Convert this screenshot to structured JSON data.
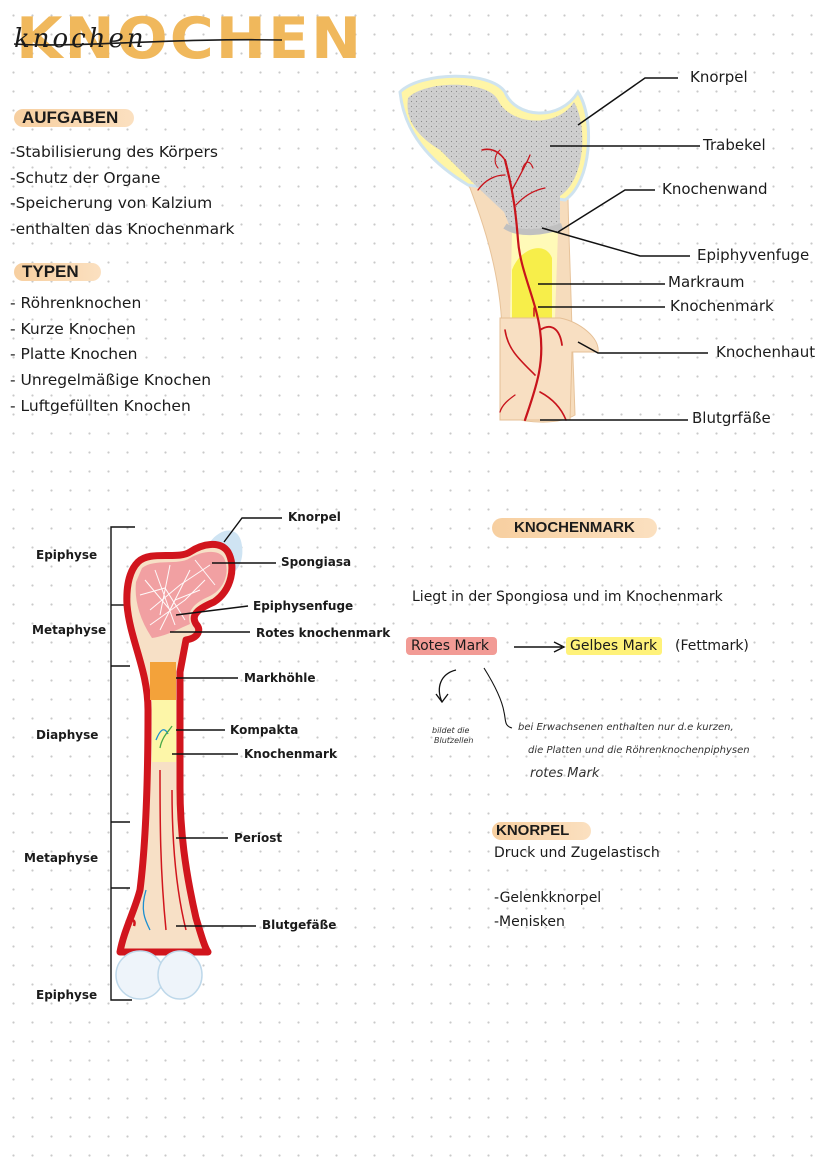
{
  "header": {
    "title": "KNOCHEN",
    "script_title": "knochen"
  },
  "aufgaben": {
    "heading": "AUFGABEN",
    "items": [
      "-Stabilisierung des Körpers",
      "-Schutz der Organe",
      "-Speicherung von Kalzium",
      "-enthalten das Knochenmark"
    ]
  },
  "typen": {
    "heading": "TYPEN",
    "items": [
      "- Röhrenknochen",
      "- Kurze Knochen",
      "- Platte Knochen",
      "- Unregelmäßige Knochen",
      "- Luftgefüllten Knochen"
    ]
  },
  "diagram1": {
    "labels": [
      "Knorpel",
      "Trabekel",
      "Knochenwand",
      "Epiphyvenfuge",
      "Markraum",
      "Knochenmark",
      "Knochenhaut",
      "Blutgrfäße"
    ]
  },
  "diagram2": {
    "labels": [
      "Knorpel",
      "Spongiasa",
      "Epiphysenfuge",
      "Rotes knochenmark",
      "Markhöhle",
      "Kompakta",
      "Knochenmark",
      "Periost",
      "Blutgefäße"
    ],
    "sections": [
      "Epiphyse",
      "Metaphyse",
      "Diaphyse",
      "Metaphyse",
      "Epiphyse"
    ]
  },
  "knochenmark": {
    "heading": "KNOCHENMARK",
    "intro": "Liegt in der Spongiosa und im Knochenmark",
    "rotes": "Rotes Mark",
    "gelbes": "Gelbes Mark",
    "fettmark": "(Fettmark)",
    "note_left_1": "bildet die",
    "note_left_2": "Blutzellen",
    "note_right_1": "bei Erwachsenen enthalten nur d.e kurzen,",
    "note_right_2": "die Platten und die Röhrenknochenpiphysen",
    "note_right_3": "rotes Mark"
  },
  "knorpel": {
    "heading": "KNORPEL",
    "desc": "Druck und Zugelastisch",
    "items": [
      "-Gelenkknorpel",
      "-Menisken"
    ]
  },
  "colors": {
    "accent_orange": "#f0b85c",
    "highlight_orange": "#f7cfa0",
    "bone_red": "#d1151d",
    "highlight_red": "#f29b95",
    "highlight_yellow": "#fff27a"
  }
}
